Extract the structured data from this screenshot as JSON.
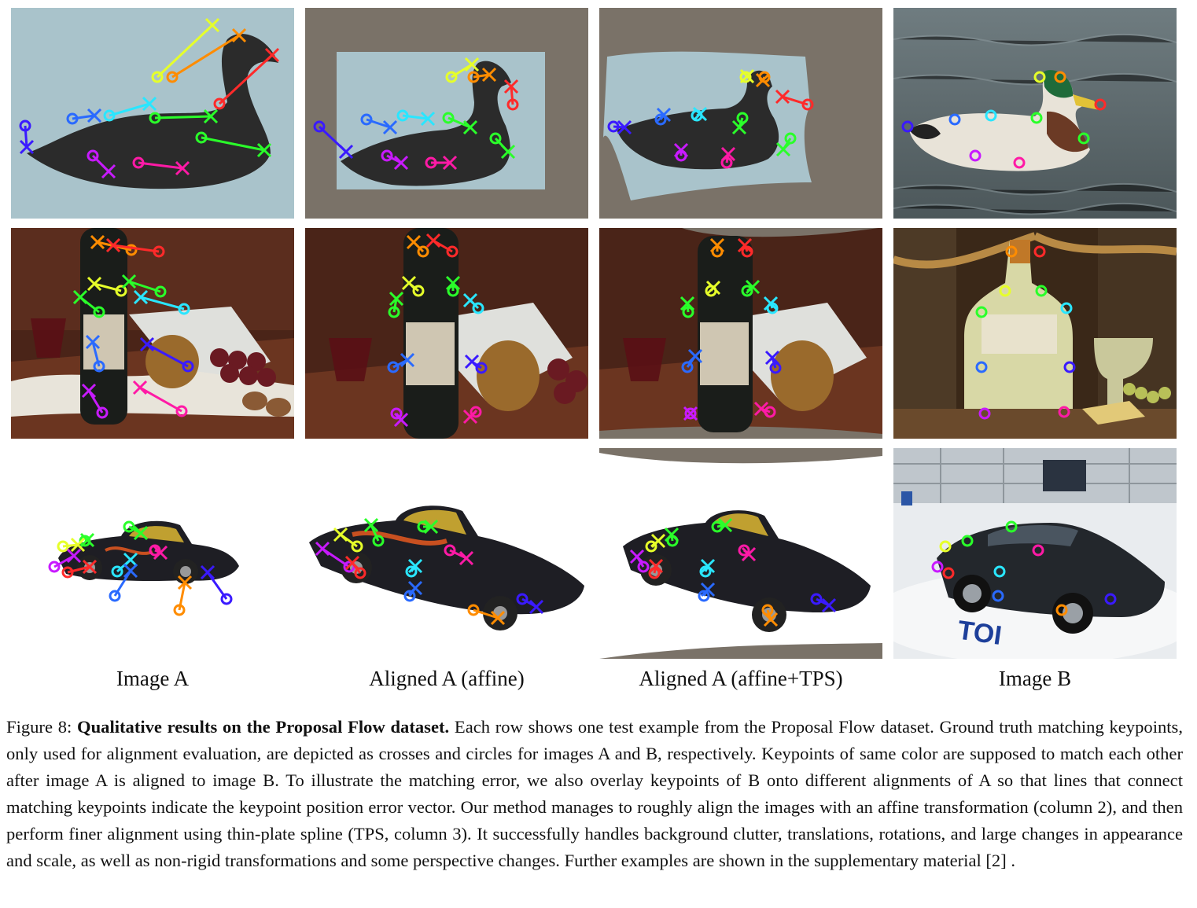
{
  "columns": [
    "Image A",
    "Aligned A (affine)",
    "Aligned A (affine+TPS)",
    "Image B"
  ],
  "caption": {
    "prefix": "Figure 8: ",
    "bold": "Qualitative results on the Proposal Flow dataset.",
    "text": " Each row shows one test example from the Proposal Flow dataset. Ground truth matching keypoints, only used for alignment evaluation, are depicted as crosses and circles for images A and B, respectively. Keypoints of same color are supposed to match each other after image A is aligned to image B. To illustrate the matching error, we also overlay keypoints of B onto different alignments of A so that lines that connect matching keypoints indicate the keypoint position error vector. Our method manages to roughly align the images with an affine transformation (column 2), and then perform finer alignment using thin-plate spline (TPS, column 3). It successfully handles background clutter, translations, rotations, and large changes in appearance and scale, as well as non-rigid transformations and some perspective changes. Further examples are shown in the supplementary material [2] ."
  },
  "colors": {
    "gray_bg": "#7a7268",
    "light_blue": "#a9c3cb",
    "kp": [
      "#ff2a2a",
      "#ff8c00",
      "#e6ff2a",
      "#2aff2a",
      "#2ae6ff",
      "#2a6aff",
      "#3a1aff",
      "#c81aff",
      "#ff1aa6"
    ]
  }
}
